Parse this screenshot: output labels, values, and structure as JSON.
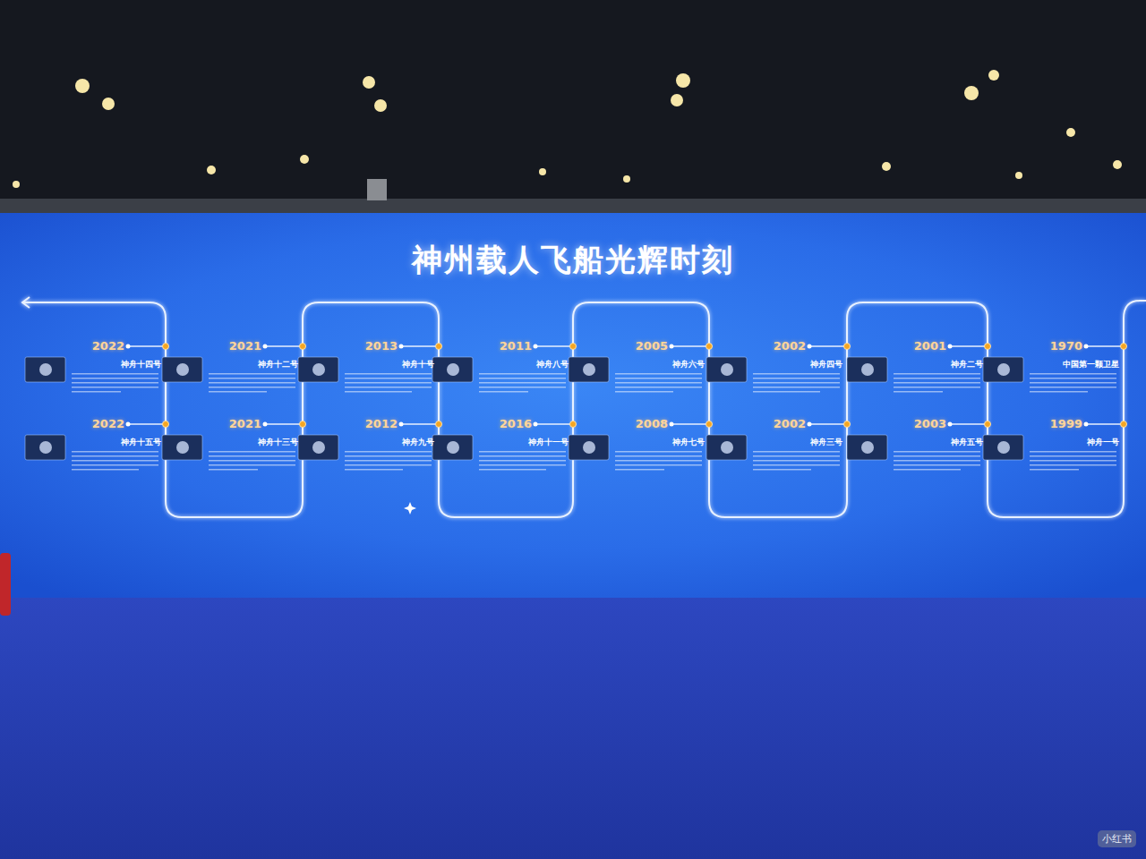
{
  "diagram": {
    "title": "神州载人飞船光辉时刻",
    "nodes": [
      {
        "text": [
          "2022",
          "神舟十四号"
        ]
      },
      {
        "text": [
          "2021",
          "神舟十二号"
        ]
      },
      {
        "text": [
          "2013",
          "神舟十号"
        ]
      },
      {
        "text": [
          "2011",
          "神舟八号"
        ]
      },
      {
        "text": [
          "2005",
          "神舟六号"
        ]
      },
      {
        "text": [
          "2002",
          "神舟四号"
        ]
      },
      {
        "text": [
          "2001",
          "神舟二号"
        ]
      },
      {
        "text": [
          "1970",
          "中国第一颗卫星"
        ]
      },
      {
        "text": [
          "2022",
          "神舟十五号"
        ]
      },
      {
        "text": [
          "2021",
          "神舟十三号"
        ]
      },
      {
        "text": [
          "2012",
          "神舟九号"
        ]
      },
      {
        "text": [
          "2016",
          "神舟十一号"
        ]
      },
      {
        "text": [
          "2008",
          "神舟七号"
        ]
      },
      {
        "text": [
          "2002",
          "神舟三号"
        ]
      },
      {
        "text": [
          "2003",
          "神舟五号"
        ]
      },
      {
        "text": [
          "1999",
          "神舟一号"
        ]
      }
    ],
    "labels": [
      "小红书"
    ]
  }
}
